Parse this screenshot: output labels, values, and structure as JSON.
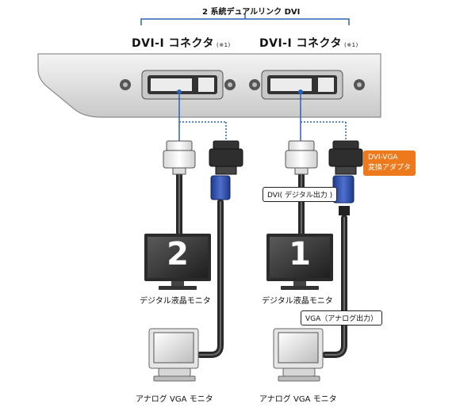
{
  "title": "2 系統デュアルリンク DVI",
  "connectors": [
    {
      "label": "DVI-I コネクタ",
      "note": "(※1)"
    },
    {
      "label": "DVI-I コネクタ",
      "note": "(※1)"
    }
  ],
  "adapter_label_line1": "DVI-VGA",
  "adapter_label_line2": "変換アダプタ",
  "dvi_output_label": "DVI( デジタル出力 )",
  "vga_output_label": "VGA（アナログ出力）",
  "monitors": {
    "digital_left": {
      "number": "2",
      "caption": "デジタル液晶モニタ"
    },
    "digital_right": {
      "number": "1",
      "caption": "デジタル液晶モニタ"
    },
    "analog_left": {
      "caption": "アナログ VGA モニタ"
    },
    "analog_right": {
      "caption": "アナログ VGA モニタ"
    }
  },
  "colors": {
    "accent": "#ec7a1c",
    "link": "#2a63b6",
    "vga_blue": "#2c4da8"
  }
}
